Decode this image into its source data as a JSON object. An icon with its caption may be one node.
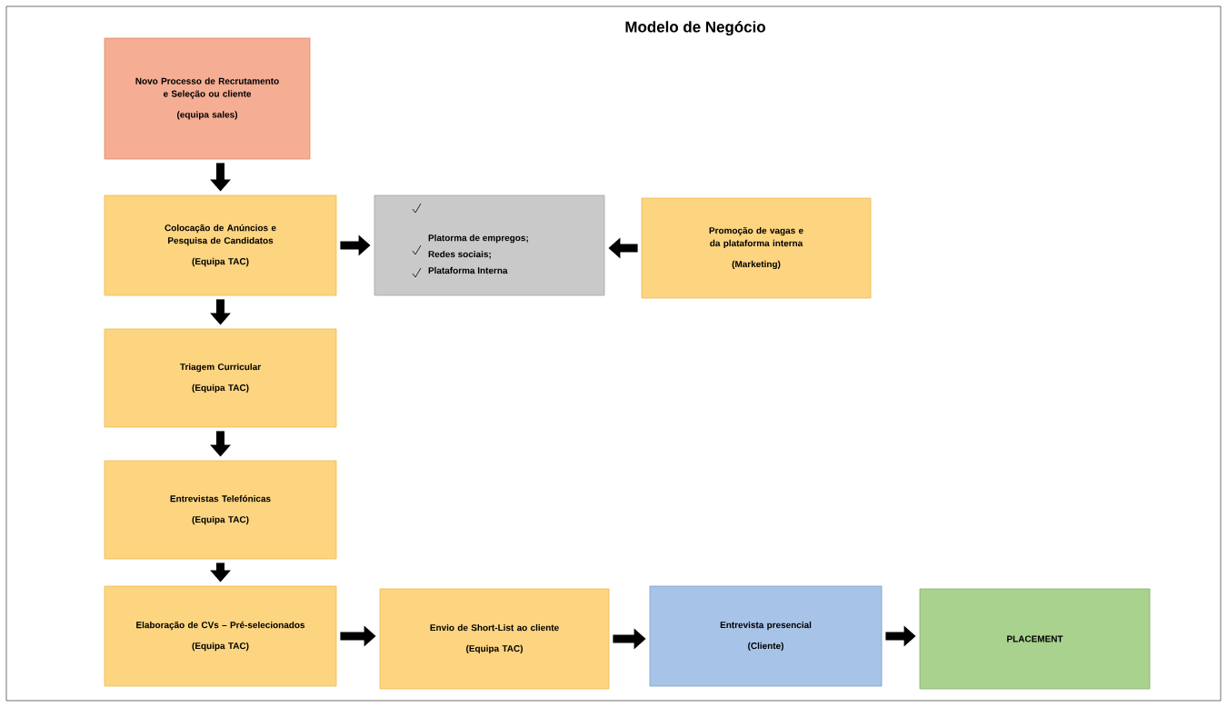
{
  "diagram": {
    "title": "Modelo de Negócio",
    "nodes": [
      {
        "text": [
          "Novo Processo de Recrutamento e Seleção ou cliente",
          "(equipa sales)"
        ]
      },
      {
        "text": [
          "Colocação de Anúncios e Pesquisa de Candidatos",
          "(Equipa TAC)"
        ]
      },
      {
        "text": [
          "Platorma de empregos;",
          "Redes sociais;",
          "Plataforma Interna"
        ]
      },
      {
        "text": [
          "Promoção de vagas e da plataforma interna",
          "(Marketing)"
        ]
      },
      {
        "text": [
          "Triagem Curricular",
          "(Equipa TAC)"
        ]
      },
      {
        "text": [
          "Entrevistas Telefónicas",
          "(Equipa TAC)"
        ]
      },
      {
        "text": [
          "Elaboração de CVs – Pré-selecionados",
          "(Equipa TAC)"
        ]
      },
      {
        "text": [
          "Envio de Short-List ao cliente",
          "(Equipa TAC)"
        ]
      },
      {
        "text": [
          "Entrevista presencial",
          "(Cliente)"
        ]
      },
      {
        "text": [
          "PLACEMENT"
        ]
      }
    ],
    "edges": [
      {
        "from": 0,
        "to": 1,
        "arrow": "to"
      },
      {
        "from": 1,
        "to": 2,
        "arrow": "to"
      },
      {
        "from": 3,
        "to": 2,
        "arrow": "to"
      },
      {
        "from": 1,
        "to": 4,
        "arrow": "to"
      },
      {
        "from": 4,
        "to": 5,
        "arrow": "to"
      },
      {
        "from": 5,
        "to": 6,
        "arrow": "to"
      },
      {
        "from": 6,
        "to": 7,
        "arrow": "to"
      },
      {
        "from": 7,
        "to": 8,
        "arrow": "to"
      },
      {
        "from": 8,
        "to": 9,
        "arrow": "to"
      }
    ]
  }
}
